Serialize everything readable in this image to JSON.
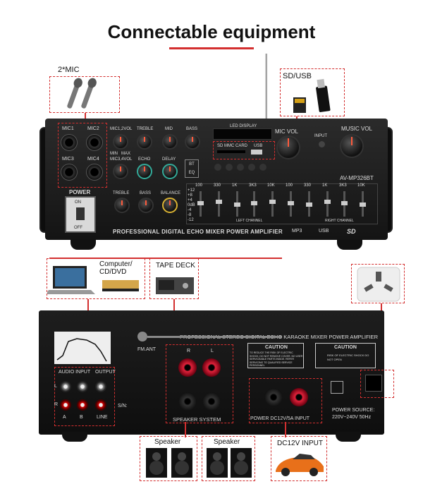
{
  "title": "Connectable equipment",
  "callouts": {
    "mic": "2*MIC",
    "sd_usb": "SD/USB",
    "computer": "Computer/\nCD/DVD",
    "tape_deck": "TAPE DECK",
    "speaker_left": "Speaker",
    "speaker_right": "Speaker",
    "dc_input": "DC12V INPUT"
  },
  "front_panel": {
    "mic_labels": [
      "MIC1",
      "MIC2",
      "MIC3",
      "MIC4"
    ],
    "knob_row1": [
      "MIC1,2VOL",
      "TREBLE",
      "MID",
      "BASS"
    ],
    "knob_row2": [
      "MIC3,4VOL",
      "ECHO",
      "DELAY"
    ],
    "knob_row3": [
      "TREBLE",
      "BASS",
      "BALANCE"
    ],
    "min": "MIN",
    "max": "MAX",
    "power": "POWER",
    "on": "ON",
    "off": "OFF",
    "led_display": "LED DISPLAY",
    "sd_mmc": "SD MMC CARD",
    "usb": "USB",
    "input": "INPUT",
    "mic_vol": "MIC VOL",
    "music_vol": "MUSIC VOL",
    "model": "AV-MP326BT",
    "brand_line": "PROFESSIONAL DIGITAL ECHO MIXER POWER AMPLIFIER",
    "eq_freqs": [
      "100",
      "330",
      "1K",
      "3K3",
      "10K",
      "100",
      "330",
      "1K",
      "3K3",
      "10K"
    ],
    "eq_levels": [
      "+12",
      "+8",
      "+4",
      "0dB",
      "-4",
      "-8",
      "-12"
    ],
    "left_channel": "LEFT CHANNEL",
    "right_channel": "RIGHT CHANNEL",
    "logos": [
      "MP3",
      "USB",
      "SD"
    ]
  },
  "back_panel": {
    "header": "PROFESSIONAL STEREO DIGITAL ECHO KARAOKE MIXER POWER AMPLIFIER",
    "fm_ant": "FM.ANT",
    "audio_input": "AUDIO INPUT",
    "output": "OUTPUT",
    "line": "LINE",
    "sn": "S/N:",
    "speaker_system": "SPEAKER SYSTEM",
    "power_dc": "POWER DC12V/5A INPUT",
    "caution": "CAUTION",
    "caution_text": "TO REDUCE THE RISK OF ELECTRIC SHOCK, DO NOT REMOVE COVER. NO USER SERVICEABLE PARTS INSIDE. REFER SERVICING TO QUALIFIED SERVICE PERSONNEL",
    "caution2_text": "RISK OF ELECTRIC SHOCK DO NOT OPEN",
    "power_source": "POWER SOURCE:",
    "power_range": "220V~240V 50Hz",
    "r": "R",
    "l": "L",
    "a": "A",
    "b": "B"
  }
}
